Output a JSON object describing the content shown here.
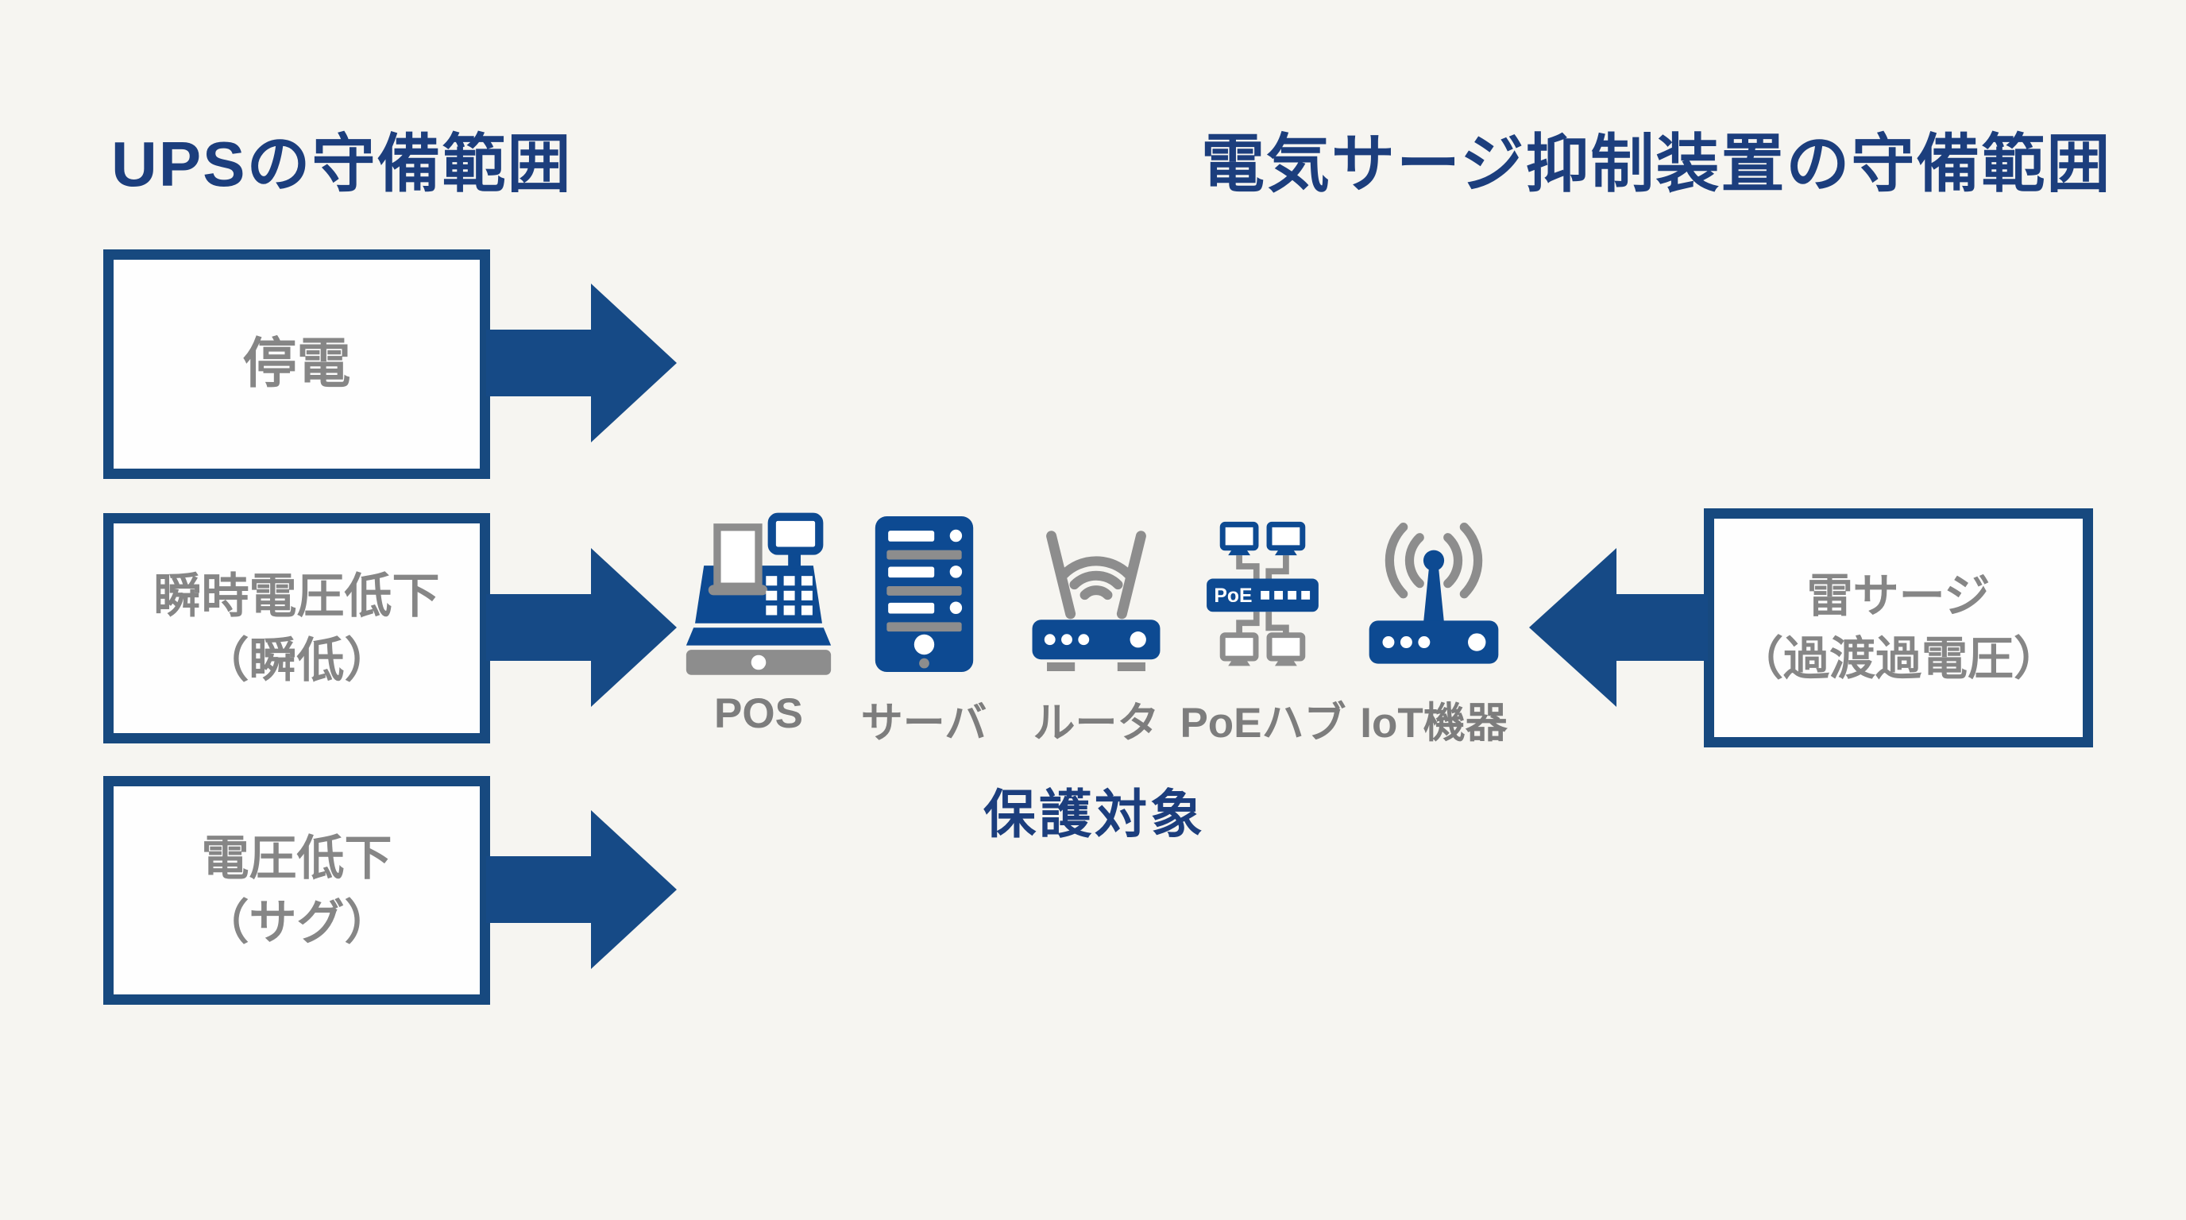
{
  "header": {
    "left_title": "UPSの守備範囲",
    "right_title": "電気サージ抑制装置の守備範囲"
  },
  "ups_boxes": [
    {
      "line1": "停電",
      "line2": ""
    },
    {
      "line1": "瞬時電圧低下",
      "line2": "（瞬低）"
    },
    {
      "line1": "電圧低下",
      "line2": "（サグ）"
    }
  ],
  "surge_box": {
    "line1": "雷サージ",
    "line2": "（過渡過電圧）"
  },
  "protected_devices": [
    {
      "label": "POS"
    },
    {
      "label": "サーバ"
    },
    {
      "label": "ルータ"
    },
    {
      "label": "PoEハブ"
    },
    {
      "label": "IoT機器"
    }
  ],
  "caption": "保護対象",
  "poe_hub_badge": "PoE",
  "colors": {
    "navy_text": "#1c3e7d",
    "box_border": "#17497f",
    "arrow_blue": "#164a86",
    "icon_blue": "#0d4a92",
    "icon_gray": "#8d8d8d",
    "box_text_gray": "#868686",
    "label_gray": "#7d7d7d",
    "background": "#f6f5f1",
    "box_fill": "#fefefe"
  }
}
